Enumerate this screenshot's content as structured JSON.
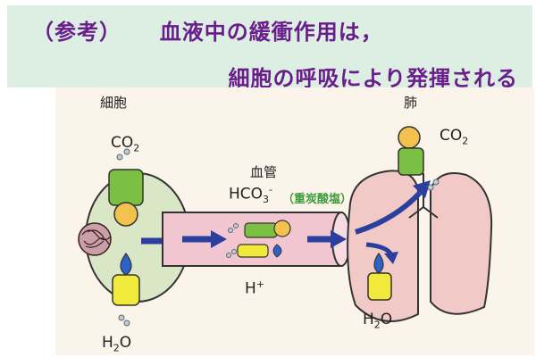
{
  "banner": {
    "line1_prefix": "（参考）",
    "line1_text": "血液中の緩衝作用は，",
    "line2_text": "細胞の呼吸により発揮される"
  },
  "labels": {
    "cell": "細胞",
    "vessel": "血管",
    "lung": "肺",
    "bicarbonate_note": "（重炭酸塩）"
  },
  "chem": {
    "co2_cell": {
      "main": "CO",
      "sub": "2"
    },
    "co2_lung": {
      "main": "CO",
      "sub": "2"
    },
    "hco3": {
      "main": "HCO",
      "sub": "3",
      "sup": "-"
    },
    "h_plus": {
      "main": "H",
      "sup": "+"
    },
    "h2o_cell": {
      "pre": "H",
      "sub": "2",
      "post": "O"
    },
    "h2o_lung": {
      "pre": "H",
      "sub": "2",
      "post": "O"
    }
  },
  "colors": {
    "banner_bg": "#dcefe2",
    "banner_text": "#6a1e8c",
    "cell_fill": "#d9e7c7",
    "vessel_fill": "#f2c6d0",
    "lung_fill": "#f1c9c6",
    "arrow": "#2b3f9e",
    "person_green": "#7cc043",
    "person_yellow": "#f2ea3a",
    "drop_blue": "#2c63c8",
    "note_green": "#3e9a3a"
  }
}
